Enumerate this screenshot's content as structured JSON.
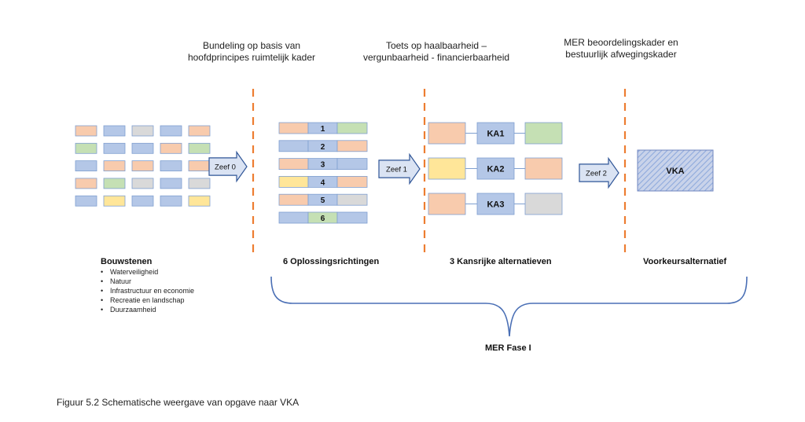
{
  "headers": {
    "h1": [
      "Bundeling op basis van",
      "hoofdprincipes ruimtelijk kader"
    ],
    "h2": [
      "Toets op haalbaarheid –",
      "vergunbaarheid - financierbaarheid"
    ],
    "h3": [
      "MER beoordelingskader en",
      "bestuurlijk afwegingskader"
    ]
  },
  "sieves": [
    "Zeef 0",
    "Zeef 1",
    "Zeef 2"
  ],
  "colors": {
    "blue": "#b4c7e7",
    "orange": "#f8cbad",
    "green": "#c5e0b4",
    "grey": "#d9d9d9",
    "yellow": "#ffe699",
    "border_blue": "#7f9fd0",
    "dashed_orange": "#ed7d31",
    "arrow_fill": "#dae3f3",
    "arrow_stroke": "#2f5597",
    "vka_hatch": "#8faadc",
    "vka_border": "#6f85bf",
    "bracket": "#4a6fb5"
  },
  "bouwstenen": {
    "title": "Bouwstenen",
    "items": [
      "Waterveiligheid",
      "Natuur",
      "Infrastructuur en economie",
      "Recreatie en landschap",
      "Duurzaamheid"
    ],
    "grid": [
      [
        "orange",
        "blue",
        "grey",
        "blue",
        "orange"
      ],
      [
        "green",
        "blue",
        "blue",
        "orange",
        "green"
      ],
      [
        "blue",
        "orange",
        "orange",
        "blue",
        "orange"
      ],
      [
        "orange",
        "green",
        "grey",
        "blue",
        "grey"
      ],
      [
        "blue",
        "yellow",
        "blue",
        "blue",
        "yellow"
      ]
    ]
  },
  "oplossingsrichtingen": {
    "title": "6 Oplossingsrichtingen",
    "rows": [
      {
        "num": "1",
        "left": "orange",
        "mid": "blue",
        "right": "green"
      },
      {
        "num": "2",
        "left": "blue",
        "mid": "blue",
        "right": "orange"
      },
      {
        "num": "3",
        "left": "orange",
        "mid": "blue",
        "right": "blue"
      },
      {
        "num": "4",
        "left": "yellow",
        "mid": "blue",
        "right": "orange"
      },
      {
        "num": "5",
        "left": "orange",
        "mid": "blue",
        "right": "grey"
      },
      {
        "num": "6",
        "left": "blue",
        "mid": "green",
        "right": "blue"
      }
    ]
  },
  "kansrijke": {
    "title": "3 Kansrijke alternatieven",
    "rows": [
      {
        "label": "KA1",
        "left": "orange",
        "right": "green"
      },
      {
        "label": "KA2",
        "left": "yellow",
        "right": "orange"
      },
      {
        "label": "KA3",
        "left": "orange",
        "right": "grey"
      }
    ]
  },
  "vka": {
    "label": "VKA",
    "title": "Voorkeursalternatief"
  },
  "mer_fase": "MER Fase I",
  "caption": "Figuur 5.2 Schematische weergave van opgave naar VKA"
}
